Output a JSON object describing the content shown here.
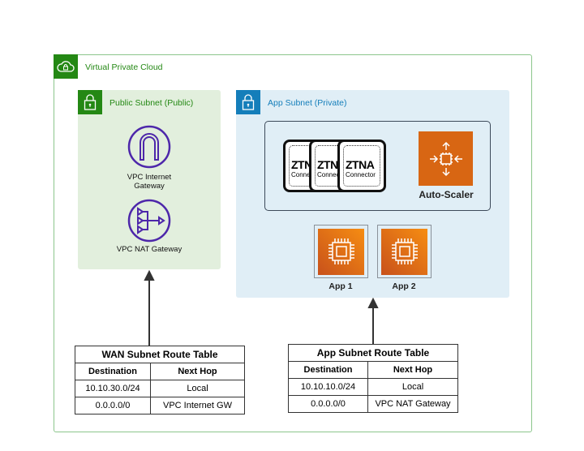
{
  "vpc": {
    "title": "Virtual Private Cloud",
    "icon": "cloud-lock-icon",
    "color": "#248814"
  },
  "public_subnet": {
    "title": "Public Subnet (Public)",
    "icon": "lock-icon",
    "color": "#248814",
    "items": [
      {
        "label_line1": "VPC Internet",
        "label_line2": "Gateway",
        "icon": "internet-gateway-icon"
      },
      {
        "label": "VPC NAT Gateway",
        "icon": "nat-gateway-icon"
      }
    ]
  },
  "app_subnet": {
    "title": "App Subnet (Private)",
    "icon": "lock-icon",
    "color": "#147eba",
    "connectors": [
      {
        "t1": "ZTNA",
        "t2": "Connector"
      },
      {
        "t1": "ZTNA",
        "t2": "Connector"
      },
      {
        "t1": "ZTNA",
        "t2": "Connector"
      }
    ],
    "autoscaler": {
      "label": "Auto-Scaler",
      "icon": "auto-scaling-icon"
    },
    "apps": [
      {
        "label": "App 1",
        "icon": "ec2-instance-icon"
      },
      {
        "label": "App 2",
        "icon": "ec2-instance-icon"
      }
    ]
  },
  "wan_table": {
    "title": "WAN Subnet Route Table",
    "headers": [
      "Destination",
      "Next Hop"
    ],
    "rows": [
      [
        "10.10.30.0/24",
        "Local"
      ],
      [
        "0.0.0.0/0",
        "VPC Internet GW"
      ]
    ]
  },
  "app_table": {
    "title": "App Subnet Route Table",
    "headers": [
      "Destination",
      "Next Hop"
    ],
    "rows": [
      [
        "10.10.10.0/24",
        "Local"
      ],
      [
        "0.0.0.0/0",
        "VPC NAT Gateway"
      ]
    ]
  }
}
